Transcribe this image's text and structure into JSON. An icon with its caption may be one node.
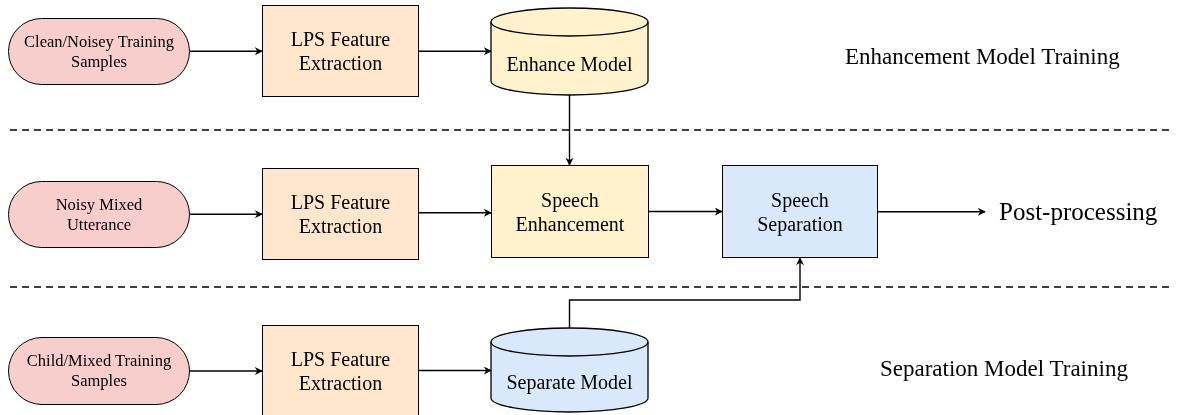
{
  "diagram": {
    "nodes": [
      {
        "text": [
          "Clean/Noisey Training Samples"
        ]
      },
      {
        "text": [
          "LPS Feature Extraction"
        ]
      },
      {
        "text": [
          "Enhance Model"
        ]
      },
      {
        "text": [
          "Noisy Mixed Utterance"
        ]
      },
      {
        "text": [
          "LPS Feature Extraction"
        ]
      },
      {
        "text": [
          "Speech Enhancement"
        ]
      },
      {
        "text": [
          "Speech Separation"
        ]
      },
      {
        "text": [
          "Post-processing"
        ]
      },
      {
        "text": [
          "Child/Mixed Training Samples"
        ]
      },
      {
        "text": [
          "LPS Feature Extraction"
        ]
      },
      {
        "text": [
          "Separate Model"
        ]
      }
    ],
    "edges": [
      {
        "from": 0,
        "to": 1,
        "arrow": "to"
      },
      {
        "from": 1,
        "to": 2,
        "arrow": "to"
      },
      {
        "from": 2,
        "to": 5,
        "arrow": "to"
      },
      {
        "from": 3,
        "to": 4,
        "arrow": "to"
      },
      {
        "from": 4,
        "to": 5,
        "arrow": "to"
      },
      {
        "from": 5,
        "to": 6,
        "arrow": "to"
      },
      {
        "from": 6,
        "to": 7,
        "arrow": "to"
      },
      {
        "from": 8,
        "to": 9,
        "arrow": "to"
      },
      {
        "from": 9,
        "to": 10,
        "arrow": "to"
      },
      {
        "from": 10,
        "to": 6,
        "arrow": "to"
      }
    ],
    "labels": [
      "Enhancement Model Training",
      "Separation Model Training"
    ]
  }
}
